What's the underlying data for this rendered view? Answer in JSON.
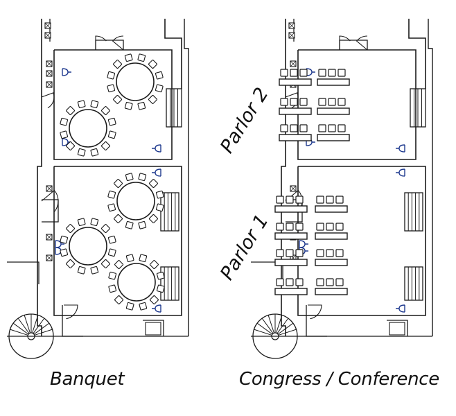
{
  "layouts": [
    {
      "caption": "Banquet"
    },
    {
      "caption": "Congress / Conference"
    }
  ],
  "rooms": [
    {
      "label": "Parlor 2"
    },
    {
      "label": "Parlor 1"
    }
  ],
  "colors": {
    "lines": "#1a1a1a",
    "fixtures": "#1f3a8f",
    "background": "#ffffff"
  },
  "icons": [
    "round-table-icon",
    "chair-icon",
    "classroom-desk-icon",
    "door-swing-icon",
    "spiral-stair-icon",
    "power-outlet-icon"
  ]
}
